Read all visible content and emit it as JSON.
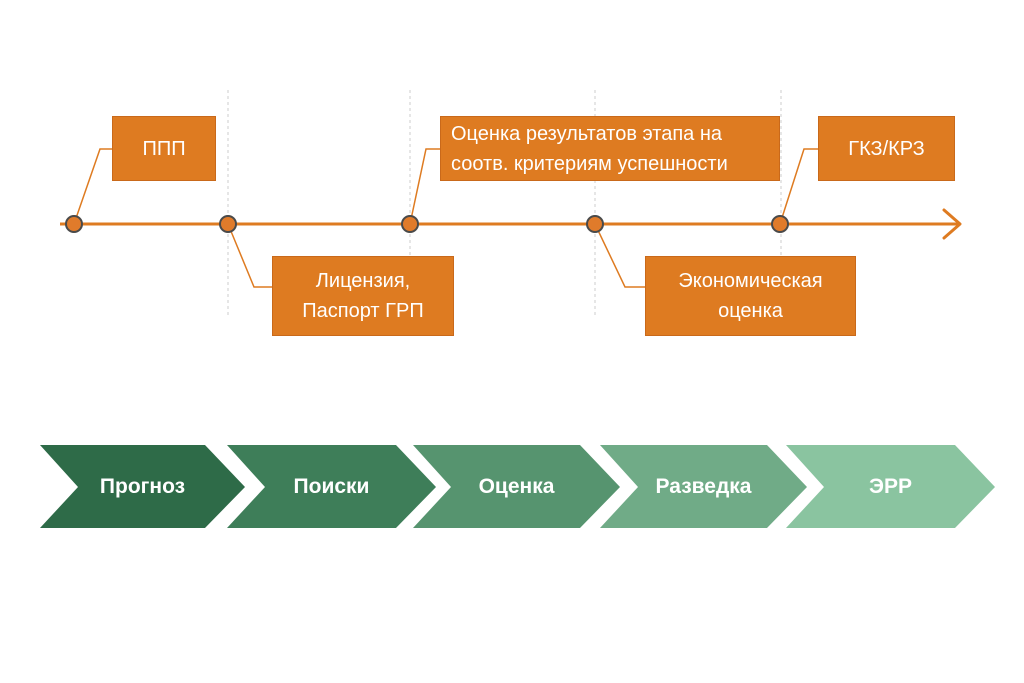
{
  "milestones": [
    {
      "label": "ППП"
    },
    {
      "label": "Лицензия,\nПаспорт ГРП"
    },
    {
      "label": "Оценка результатов этапа на\nсоотв. критериям успешности"
    },
    {
      "label": "Экономическая\nоценка"
    },
    {
      "label": "ГКЗ/КРЗ"
    }
  ],
  "stages": [
    {
      "label": "Прогноз",
      "color": "#2e6b48"
    },
    {
      "label": "Поиски",
      "color": "#3e7e59"
    },
    {
      "label": "Оценка",
      "color": "#56946f"
    },
    {
      "label": "Разведка",
      "color": "#70ab87"
    },
    {
      "label": "ЭРР",
      "color": "#8ac4a0"
    }
  ],
  "colors": {
    "accent": "#de7b21"
  }
}
